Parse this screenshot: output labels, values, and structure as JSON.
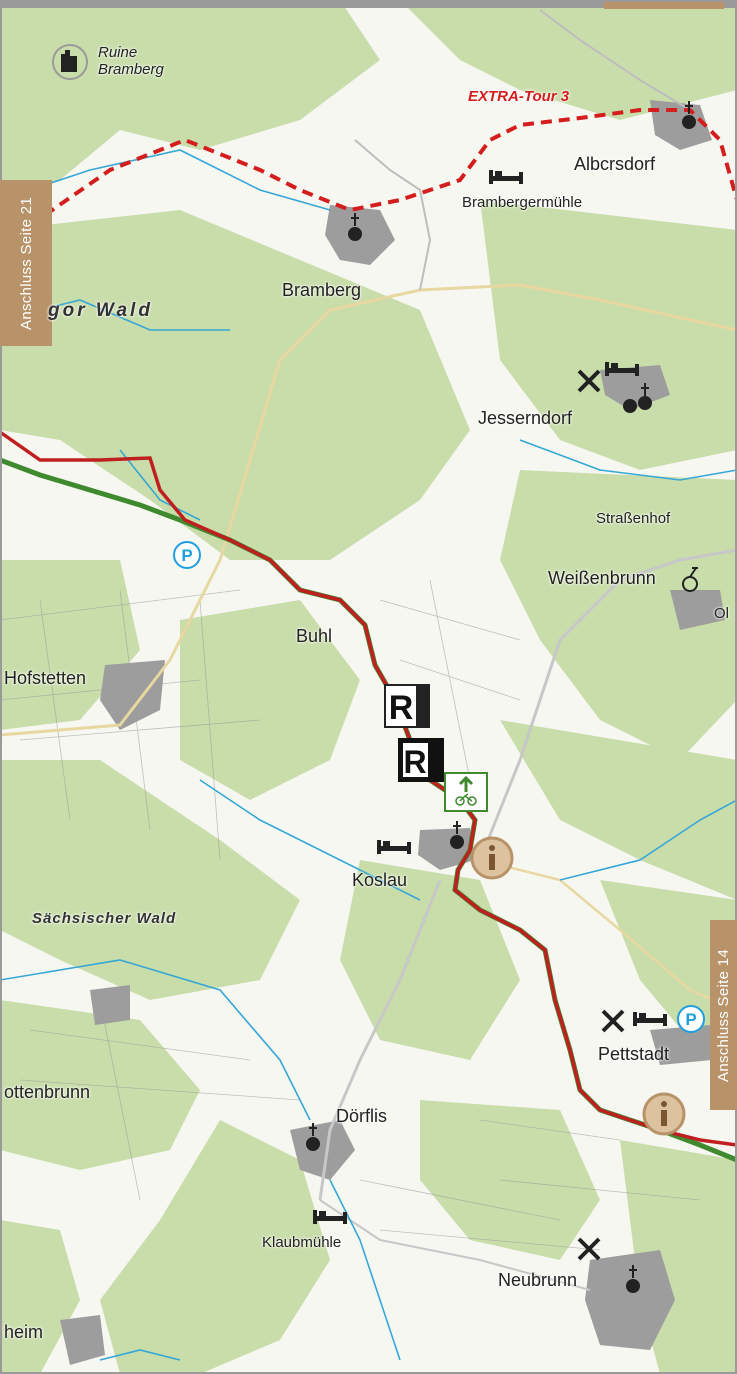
{
  "map": {
    "places": {
      "ruine_bramberg": "Ruine\nBramberg",
      "albersdorf": "Albcrsdorf",
      "brambergermuehle": "Brambergermühle",
      "bramberg": "Bramberg",
      "jesserndorf": "Jesserndorf",
      "strassenhof": "Straßenhof",
      "weissenbrunn": "Weißenbrunn",
      "buhl": "Buhl",
      "hofstetten": "Hofstetten",
      "koslau": "Koslau",
      "pettstadt": "Pettstadt",
      "ottenbrunn": "ottenbrunn",
      "dorflis": "Dörflis",
      "klaubmuehle": "Klaubmühle",
      "neubrunn": "Neubrunn",
      "heim": "heim",
      "oi": "Ol"
    },
    "forests": {
      "bramberger_wald": "gor Wald",
      "saechsischer_wald": "Sächsischer Wald"
    },
    "extra_tour": "EXTRA-Tour 3",
    "side_tabs": {
      "left": "Anschluss Seite 21",
      "right": "Anschluss Seite 14"
    },
    "colors": {
      "route_main": "#c01f1f",
      "route_green": "#3f8a2e",
      "extra_tour": "#d41d1d",
      "tab": "#b89268",
      "forest": "#c7dca9",
      "field": "#f7f7f2",
      "water": "#35a7d6",
      "settlement": "#9b9b9b",
      "info": "#b89268",
      "parking": "#1fa0dd"
    },
    "icons": [
      "castle-ruin-icon",
      "bed-icon",
      "restaurant-icon",
      "church-icon",
      "parking-icon",
      "info-icon",
      "railway-r-icon",
      "bike-sign-icon"
    ]
  }
}
